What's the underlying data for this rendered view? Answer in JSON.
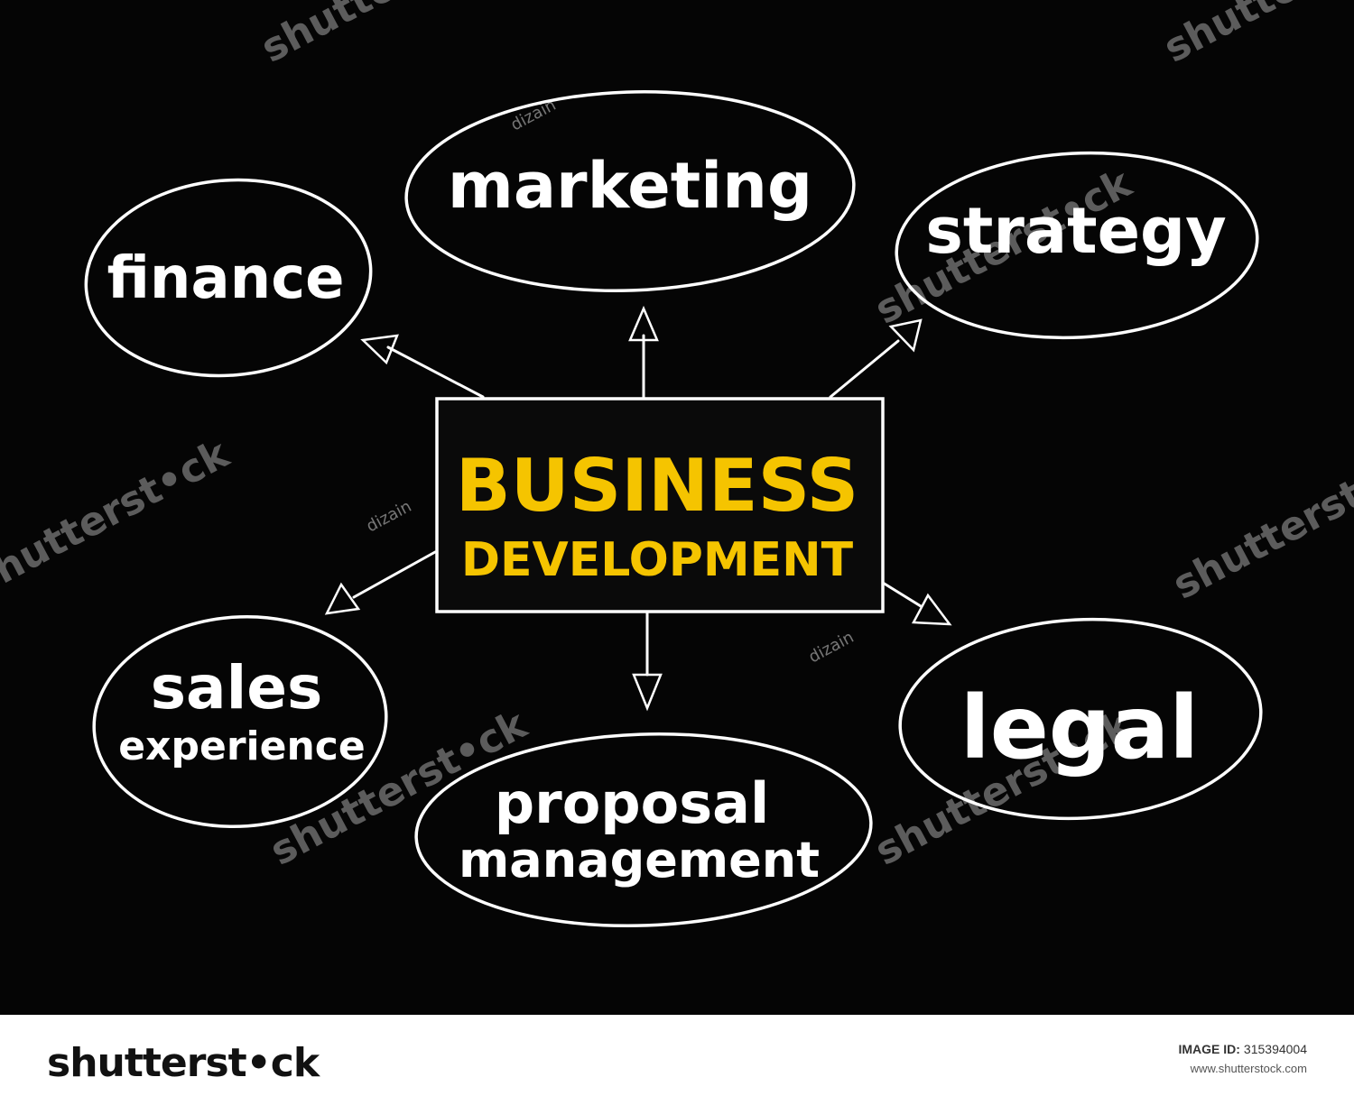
{
  "diagram": {
    "center": {
      "line1": "BUSINESS",
      "line2": "DEVELOPMENT",
      "text_color": "#F5C400",
      "stroke_color": "#FFFFFF"
    },
    "nodes": [
      {
        "id": "finance",
        "lines": [
          "finance"
        ]
      },
      {
        "id": "marketing",
        "lines": [
          "marketing"
        ]
      },
      {
        "id": "strategy",
        "lines": [
          "strategy"
        ]
      },
      {
        "id": "sales-experience",
        "lines": [
          "sales",
          "experience"
        ]
      },
      {
        "id": "proposal-management",
        "lines": [
          "proposal",
          "management"
        ]
      },
      {
        "id": "legal",
        "lines": [
          "legal"
        ]
      }
    ],
    "line_color": "#FFFFFF",
    "background": "#050505"
  },
  "watermark": {
    "text": "shutterst•ck",
    "author": "dizain"
  },
  "footer": {
    "logo": "shutterst•ck",
    "image_id_label": "IMAGE ID:",
    "image_id_value": "315394004",
    "site": "www.shutterstock.com"
  }
}
